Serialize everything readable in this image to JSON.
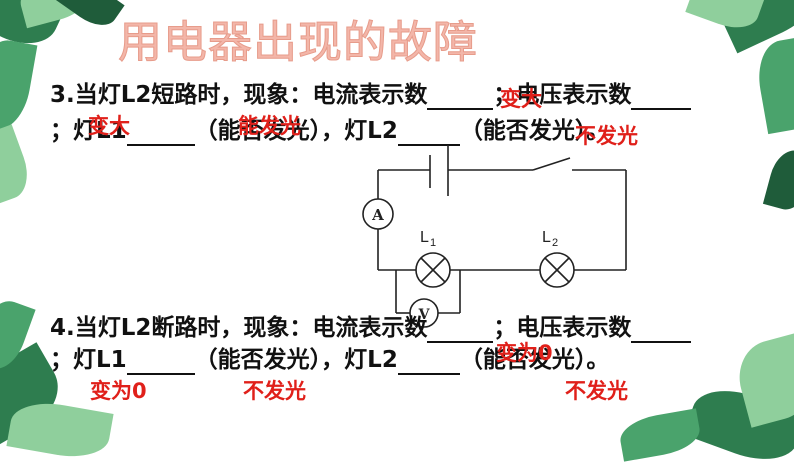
{
  "title": "用电器出现的故障",
  "q3": {
    "line1_a": "3.当灯L2短路时，现象：电流表示数",
    "line1_b": "；电压表示数",
    "line2_a": "；灯L1",
    "line2_b": "（能否发光），灯L2",
    "line2_c": "（能否发光）。",
    "ans_current": "变大",
    "ans_voltage": "变大",
    "ans_l1": "能发光",
    "ans_l2": "不发光"
  },
  "q4": {
    "line1_a": "4.当灯L2断路时，现象：电流表示数",
    "line1_b": "；电压表示数",
    "line2_a": "；灯L1",
    "line2_b": "（能否发光），灯L2",
    "line2_c": "（能否发光）。",
    "ans_current": "变为0",
    "ans_voltage": "变为0",
    "ans_l1": "不发光",
    "ans_l2": "不发光"
  },
  "circuit": {
    "ammeter": "A",
    "voltmeter": "V",
    "lamp1_label": "L",
    "lamp1_sub": "1",
    "lamp2_label": "L",
    "lamp2_sub": "2"
  },
  "colors": {
    "answer": "#e0201a",
    "title": "#f3b6a9",
    "leaf_dark": "#2e7d4f",
    "leaf_light": "#8fcf9c"
  }
}
